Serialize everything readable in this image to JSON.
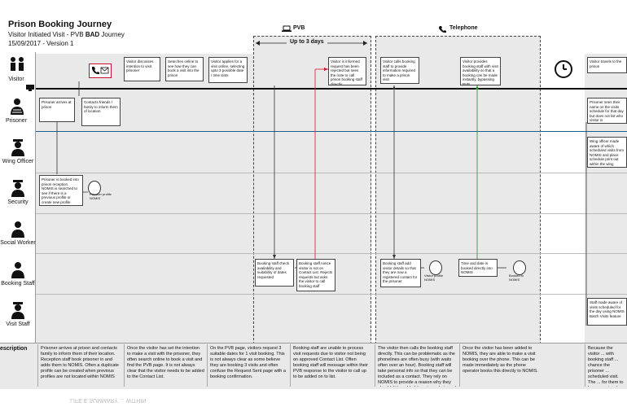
{
  "header": {
    "title": "Prison Booking Journey",
    "subtitle_prefix": "Visitor Initiated Visit - PVB ",
    "subtitle_bad": "BAD",
    "subtitle_suffix": " Journey",
    "date_version": "15/09/2017 - Version 1"
  },
  "channels": {
    "pvb": "PVB",
    "telephone": "Telephone",
    "duration": "Up to 3 days"
  },
  "lanes": [
    "Visitor",
    "Prisoner",
    "Wing Officer",
    "Security",
    "Social Worker",
    "Booking Staff",
    "Visit Staff"
  ],
  "steps": {
    "v1": "Visitor discusses intention to visit prisoner",
    "v2": "Searches online to see how they can book a visit into the prison",
    "v3": "Visitor applies for a visit online, selecting upto 3 possible date / time slots",
    "v4": "Visitor is informed request has been rejected but sees the note to call prison booking staff directly",
    "v5": "Visitor calls booking staff to provide information required to make a prison visit",
    "v6": "Visitor provides booking staff with visit availability so that a booking can be made instantly, bypassing PVB",
    "v7": "Visitor travels to the prison",
    "p1": "Prisoner arrives at prison",
    "p2": "Contacts friends / family to inform them of location",
    "p3": "Prisoner sees their name on the visits schedule for that day but does not list who visitor is",
    "w1": "Wing officer made aware of which scheduled visits from NOMIS and place schedule print out within the wing",
    "s1": "Prisoner is booked into prison reception. NOMIS is searched to see if there is a previous profile or create new profile",
    "b1": "Booking staff check availability and suitability of dates requested",
    "b2": "Booking staff notice visitor is not on Contact List. Rejects requests but asks the visitor to call booking staff",
    "b3": "Booking staff add visitor details so that they are now a registered contact for the prisoner",
    "b4": "Time and date is booked directly into NOMIS",
    "vs1": "Staff made aware of visits scheduled for the day using NOMIS Batch Visits feature"
  },
  "databases": {
    "d1": "Prisoner profile NOMIS",
    "d2": "Visitor profile NOMIS",
    "d3": "Booked to NOMIS"
  },
  "description": {
    "label": "escription",
    "cols": [
      "Prisoner arrives at prison and contacts family to inform them of their location. Reception staff book prisoner in and adds them to NOMIS. Often a duplicate profile can be created when previous profiles are not located within NOMIS",
      "Once the visitor has set the intention to make a visit with the prisoner, they often search online to book a visit and find the PVB page. It is not always clear that the visitor needs to be added to the Contact List.",
      "On the PVB page, visitors request 3 suitable dates for 1 visit booking. This is not always clear as some believe they are booking 3 visits and often confuse the Request Sent page with a booking confirmation.",
      "Booking staff are unable to process visit requests due to visitor not being on approved Contact List. Often booking staff will message within their PVB response to the visitor to call up to be added on to list.",
      "The visitor then calls the booking staff directly. This can be problematic as the phonelines are often busy (with waits often over an hour). Booking staff will take personal info so that they can be included as a contact. They rely on NOMIS to provide a reason why they shouldn't be added (previous alerts and restrictions)",
      "Once the visitor has been added to NOMIS, they are able to make a visit booking over the phone. This can be made immediately as the phone operator books this directly to NOMIS.",
      "Because the visitor ... with booking staff ... chance the prisoner ... scheduled visit. The ... for them to know a ... is when wing staff p ... schedule on the wing"
    ]
  },
  "footer_fragment": "LIFE.E.SUMMARY ... WITHIN",
  "colors": {
    "shade": "#e9e9e9",
    "blue_line": "#1f5d8a",
    "red_arrow": "#d11a2a",
    "green_arrow": "#2a8a2a",
    "phone_red": "#c8102e"
  }
}
